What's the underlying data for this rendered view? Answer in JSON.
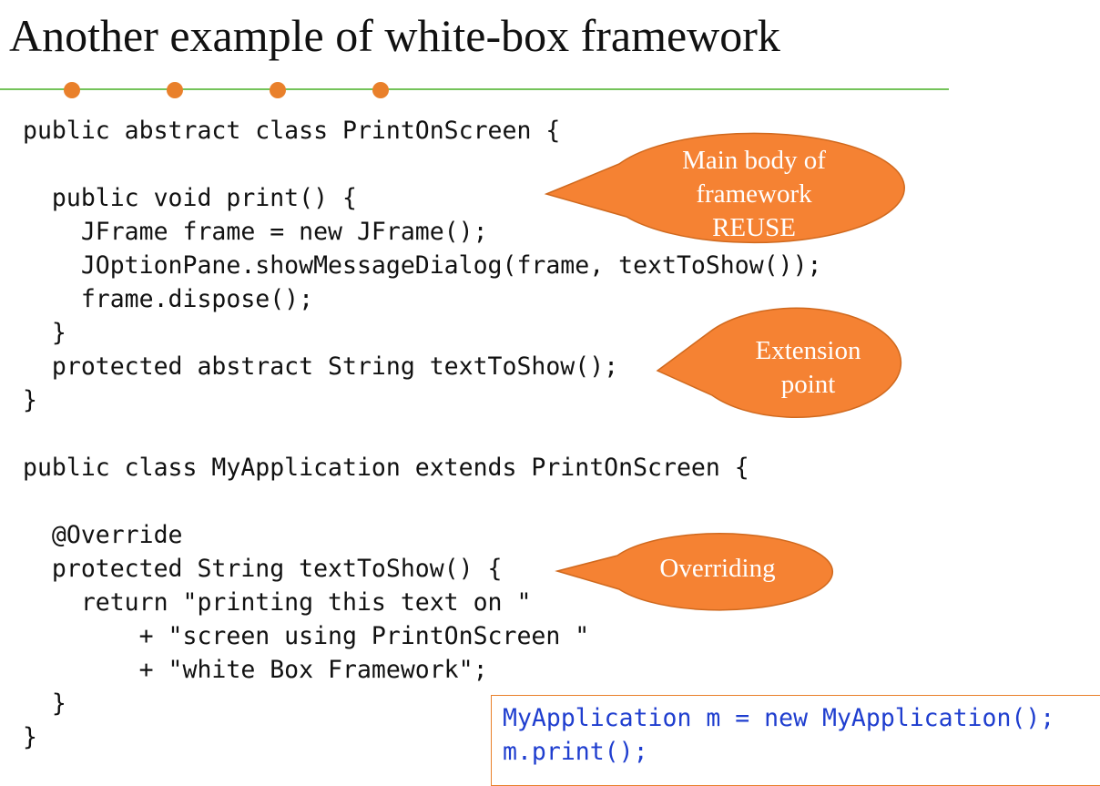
{
  "slide": {
    "title": "Another example of white-box framework"
  },
  "code": {
    "lines": [
      "public abstract class PrintOnScreen {",
      "  public void print() {",
      "    JFrame frame = new JFrame();",
      "    JOptionPane.showMessageDialog(frame, textToShow());",
      "    frame.dispose();",
      "  }",
      "  protected abstract String textToShow();",
      "}",
      "public class MyApplication extends PrintOnScreen {",
      "  @Override",
      "  protected String textToShow() {",
      "    return \"printing this text on \"",
      "        + \"screen using PrintOnScreen \"",
      "        + \"white Box Framework\";",
      "  }",
      "}"
    ]
  },
  "callouts": {
    "reuse": "Main body of\nframework\nREUSE",
    "extension": "Extension\npoint",
    "overriding": "Overriding"
  },
  "usage": {
    "line1": "MyApplication m = new MyApplication();",
    "line2": "m.print();"
  },
  "colors": {
    "accent_orange": "#F58233",
    "rule_green": "#74C35A",
    "usage_blue": "#1F3ECF"
  }
}
